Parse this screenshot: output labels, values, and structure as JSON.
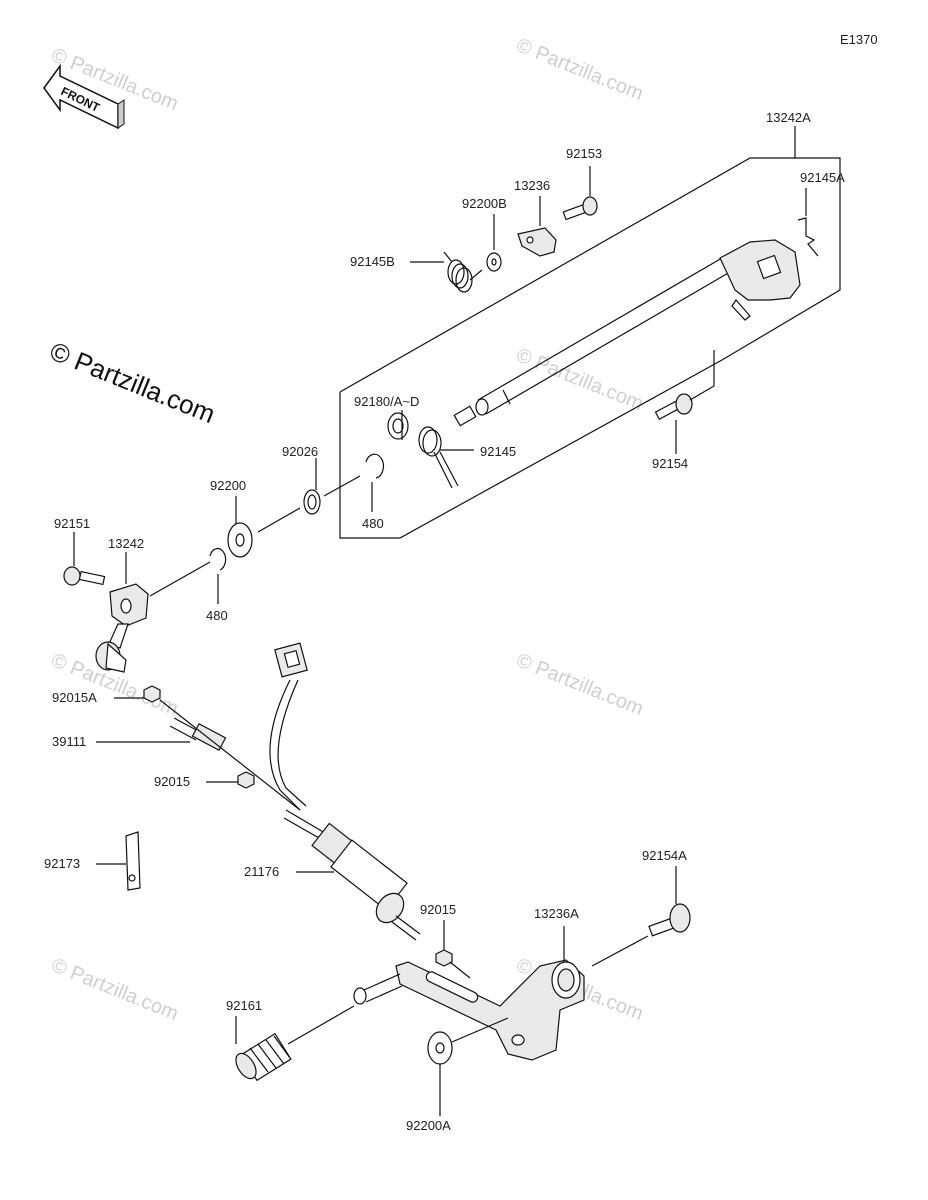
{
  "diagram": {
    "code": "E1370",
    "front_label": "FRONT",
    "watermark_main": "© Partzilla.com",
    "watermark_small": "© Partzilla.com",
    "labels": {
      "p13242A": "13242A",
      "p92153": "92153",
      "p92145A": "92145A",
      "p13236": "13236",
      "p92200B": "92200B",
      "p92145B": "92145B",
      "p92180": "92180/A~D",
      "p92154": "92154",
      "p92145": "92145",
      "p92026": "92026",
      "p480a": "480",
      "p92200": "92200",
      "p92151": "92151",
      "p13242": "13242",
      "p480b": "480",
      "p92015A": "92015A",
      "p39111": "39111",
      "p92015a": "92015",
      "p92173": "92173",
      "p21176": "21176",
      "p92015b": "92015",
      "p92154A": "92154A",
      "p13236A": "13236A",
      "p92161": "92161",
      "p92200A": "92200A"
    }
  }
}
